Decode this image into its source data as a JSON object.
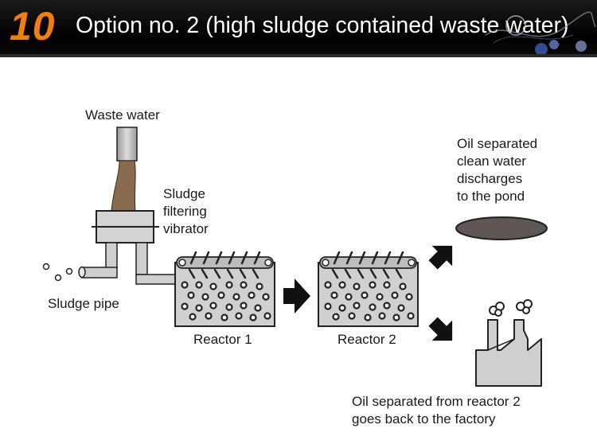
{
  "slide": {
    "number": "10",
    "title": "Option no. 2 (high sludge contained waste water)"
  },
  "labels": {
    "waste_water": "Waste water",
    "sludge_filter": [
      "Sludge",
      "filtering",
      "vibrator"
    ],
    "sludge_pipe": "Sludge pipe",
    "reactor_1": "Reactor 1",
    "reactor_2": "Reactor 2",
    "clean_water": [
      "Oil separated",
      "clean water",
      "discharges",
      "to the pond"
    ],
    "oil_back": [
      "Oil separated from reactor 2",
      "goes back to the factory"
    ]
  },
  "colors": {
    "sludge_brown": "#8b6b4f",
    "equipment_gray": "#cfcfcf",
    "pond_fill": "#5e5753",
    "accent_orange": "#f07f10"
  }
}
